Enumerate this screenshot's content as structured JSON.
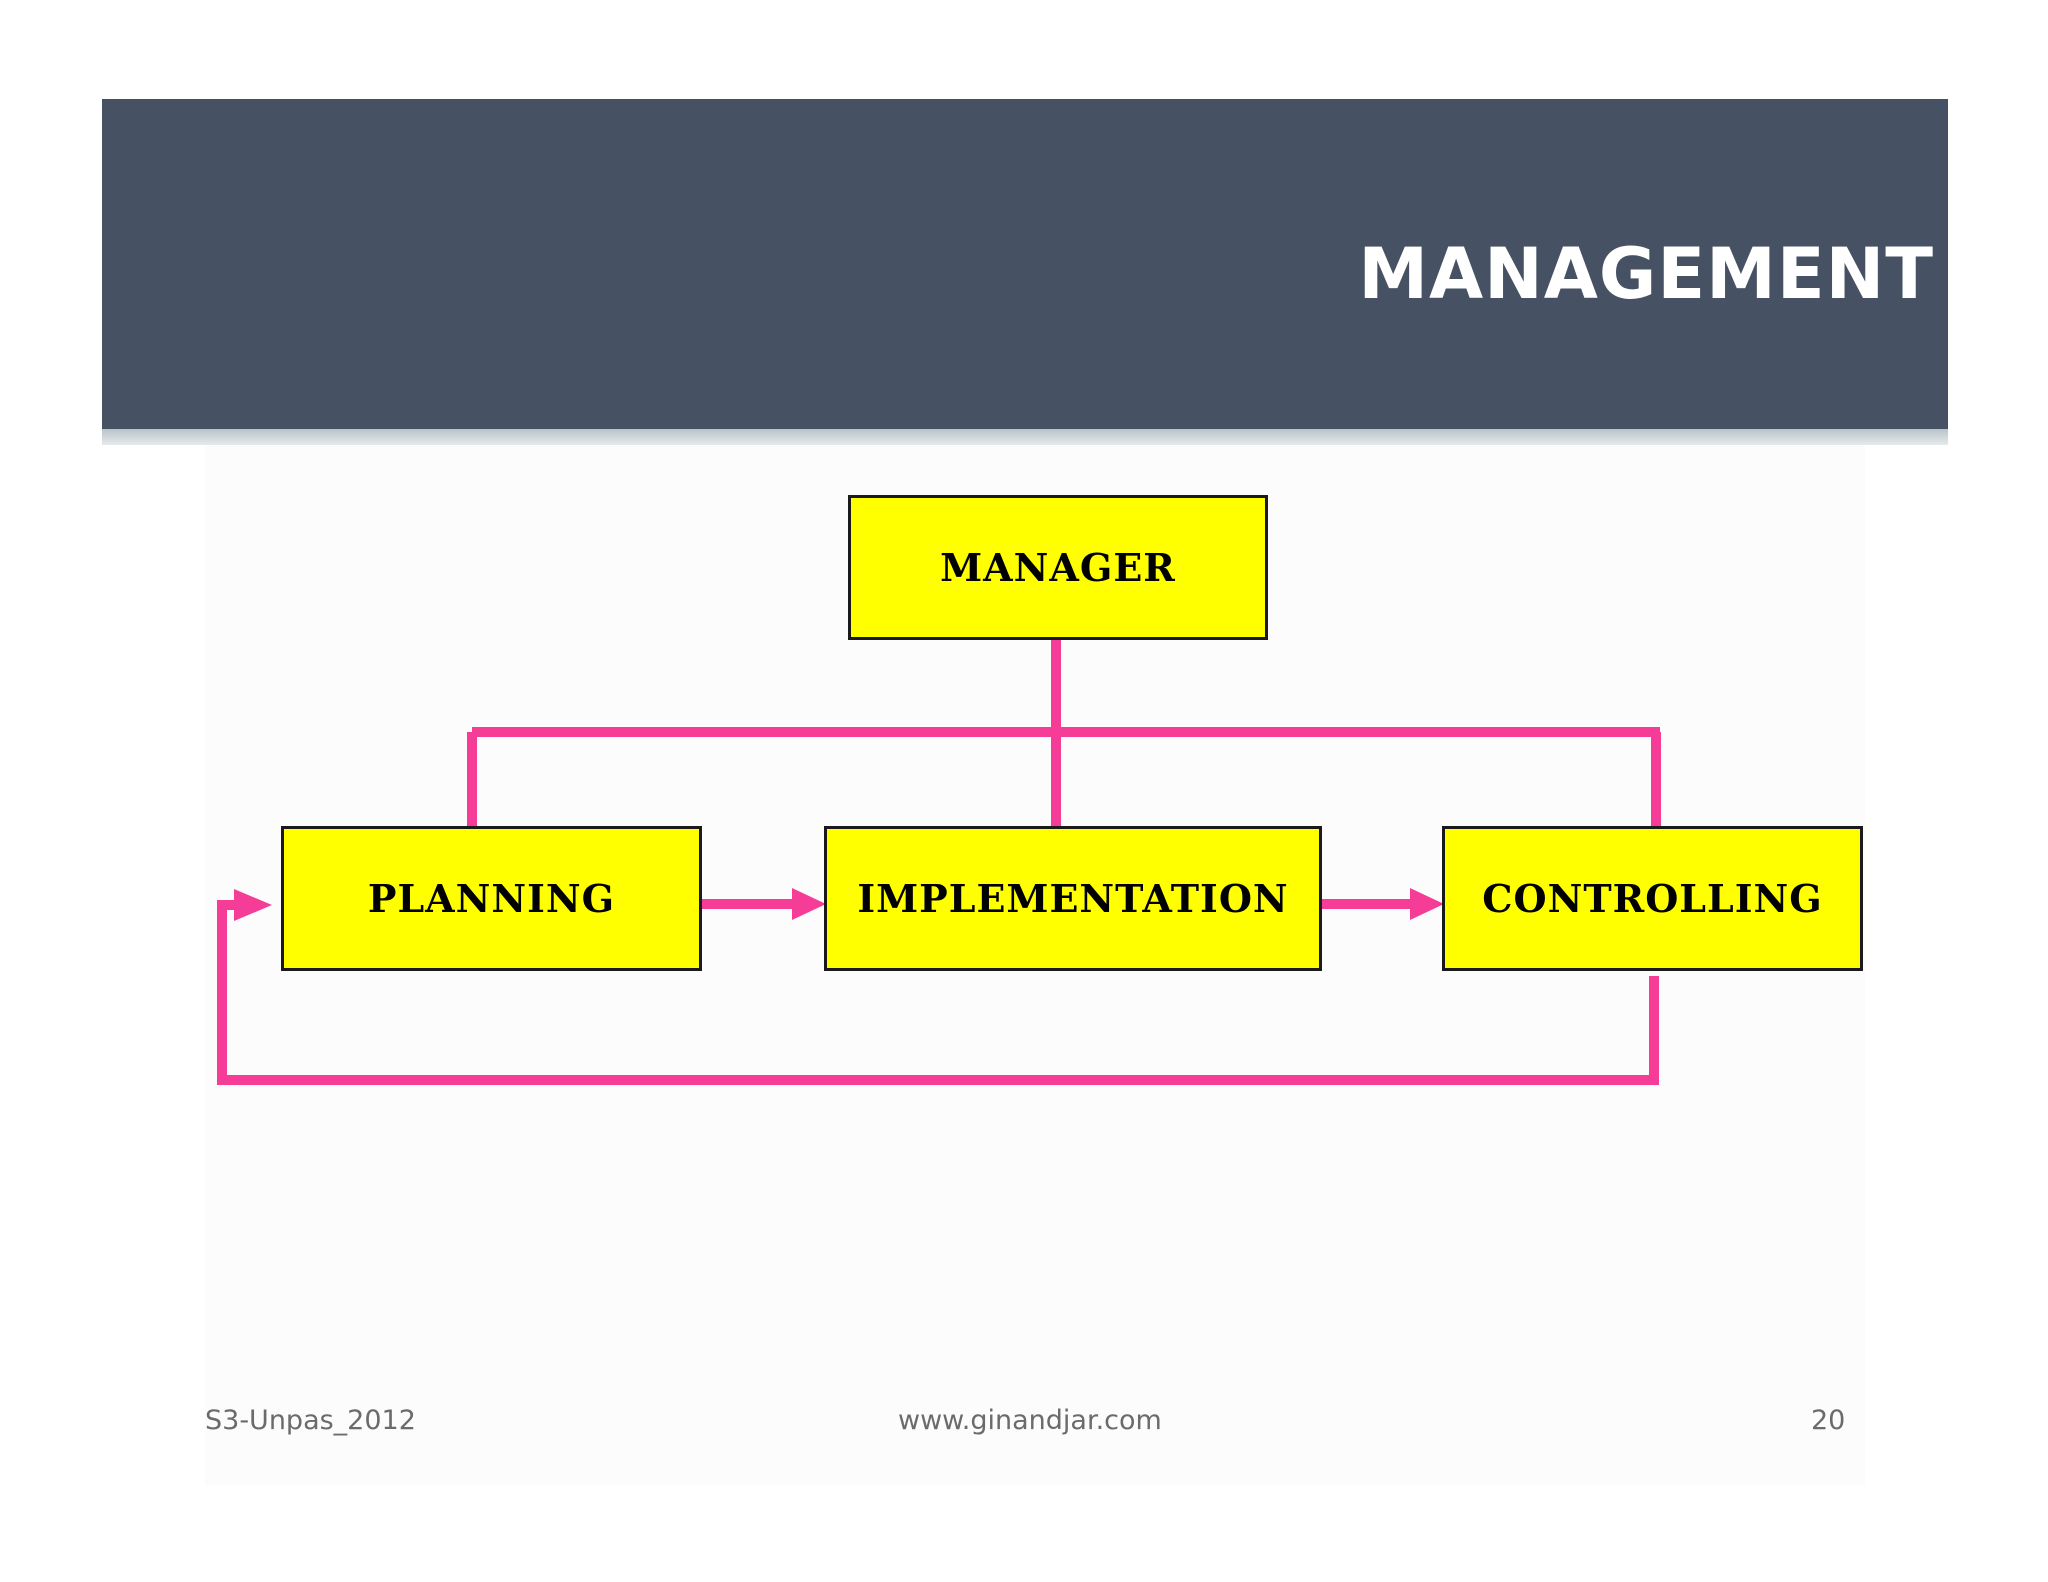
{
  "slide": {
    "title": "MANAGEMENT"
  },
  "diagram": {
    "nodes": {
      "manager": "MANAGER",
      "planning": "PLANNING",
      "implementation": "IMPLEMENTATION",
      "controlling": "CONTROLLING"
    },
    "colors": {
      "node_fill": "#ffff00",
      "connector": "#f53d97",
      "title_bar": "#465263"
    }
  },
  "footer": {
    "left": "S3-Unpas_2012",
    "center": "www.ginandjar.com",
    "page_number": "20"
  }
}
